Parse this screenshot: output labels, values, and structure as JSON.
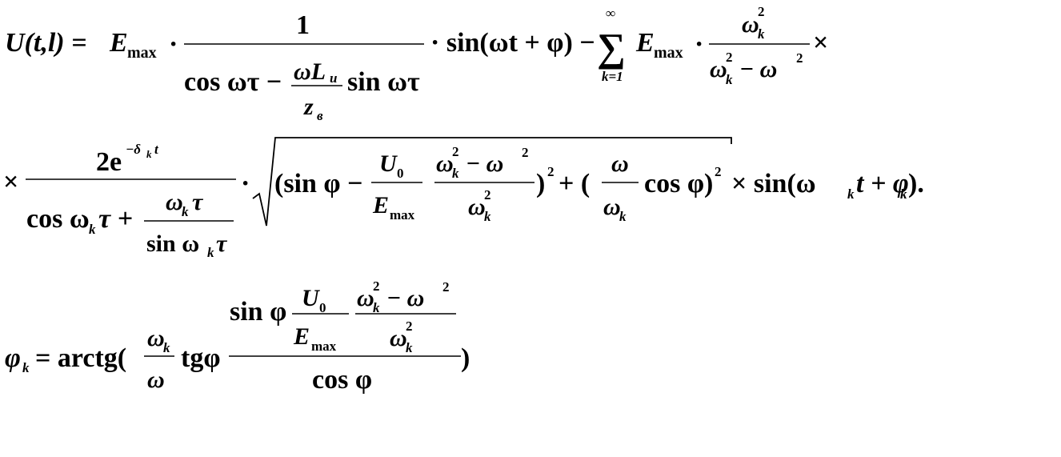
{
  "formula": {
    "line1": {
      "lhs": "U(t,l) = ",
      "emax": "E",
      "max_sub": "max",
      "dot": "·",
      "frac1_num": "1",
      "cos_wt": "cos ωτ − ",
      "wL": "ωL",
      "u_sub": "u",
      "z": "z",
      "v_sub": "в",
      "sin_wt": "sin ωτ",
      "sin_term": "· sin(ωt + φ) − ",
      "sum": "∑",
      "sum_top": "∞",
      "sum_bot": "k=1",
      "emax2": "E",
      "max_sub2": "max",
      "dot2": "·",
      "wk": "ω",
      "k_sub": "k",
      "sq": "2",
      "den_left": "ω",
      "den_minus": " − ω",
      "times": "×"
    },
    "line2": {
      "times": "×",
      "num": "2e",
      "exp": "−δ",
      "exp_k": "k",
      "exp_t": "t",
      "cos_wk": "cos ω",
      "tau_plus": "τ + ",
      "wk_tau": "ω",
      "tau": "τ",
      "sin_wk": "sin ω",
      "dot": "·",
      "open": "(sin φ − ",
      "U0": "U",
      "zero": "0",
      "Emax": "E",
      "max": "max",
      "w2k": "ω",
      "minus_w2": " − ω",
      "close1": ")",
      "sq": "2",
      "plus": " + (",
      "w": "ω",
      "cos_phi": "cos φ)",
      "tail": " × sin(ω",
      "tail2": "t + φ",
      "tail3": ")."
    },
    "line3": {
      "phik": "φ",
      "eq": " = arctg(",
      "wk": "ω",
      "w": "ω",
      "tg": "tgφ",
      "sinphi": "sin φ",
      "U0": "U",
      "zero": "0",
      "Emax": "E",
      "max": "max",
      "wk2": "ω",
      "minus": " − ω",
      "cosphi": "cos φ",
      "close": ")"
    }
  }
}
